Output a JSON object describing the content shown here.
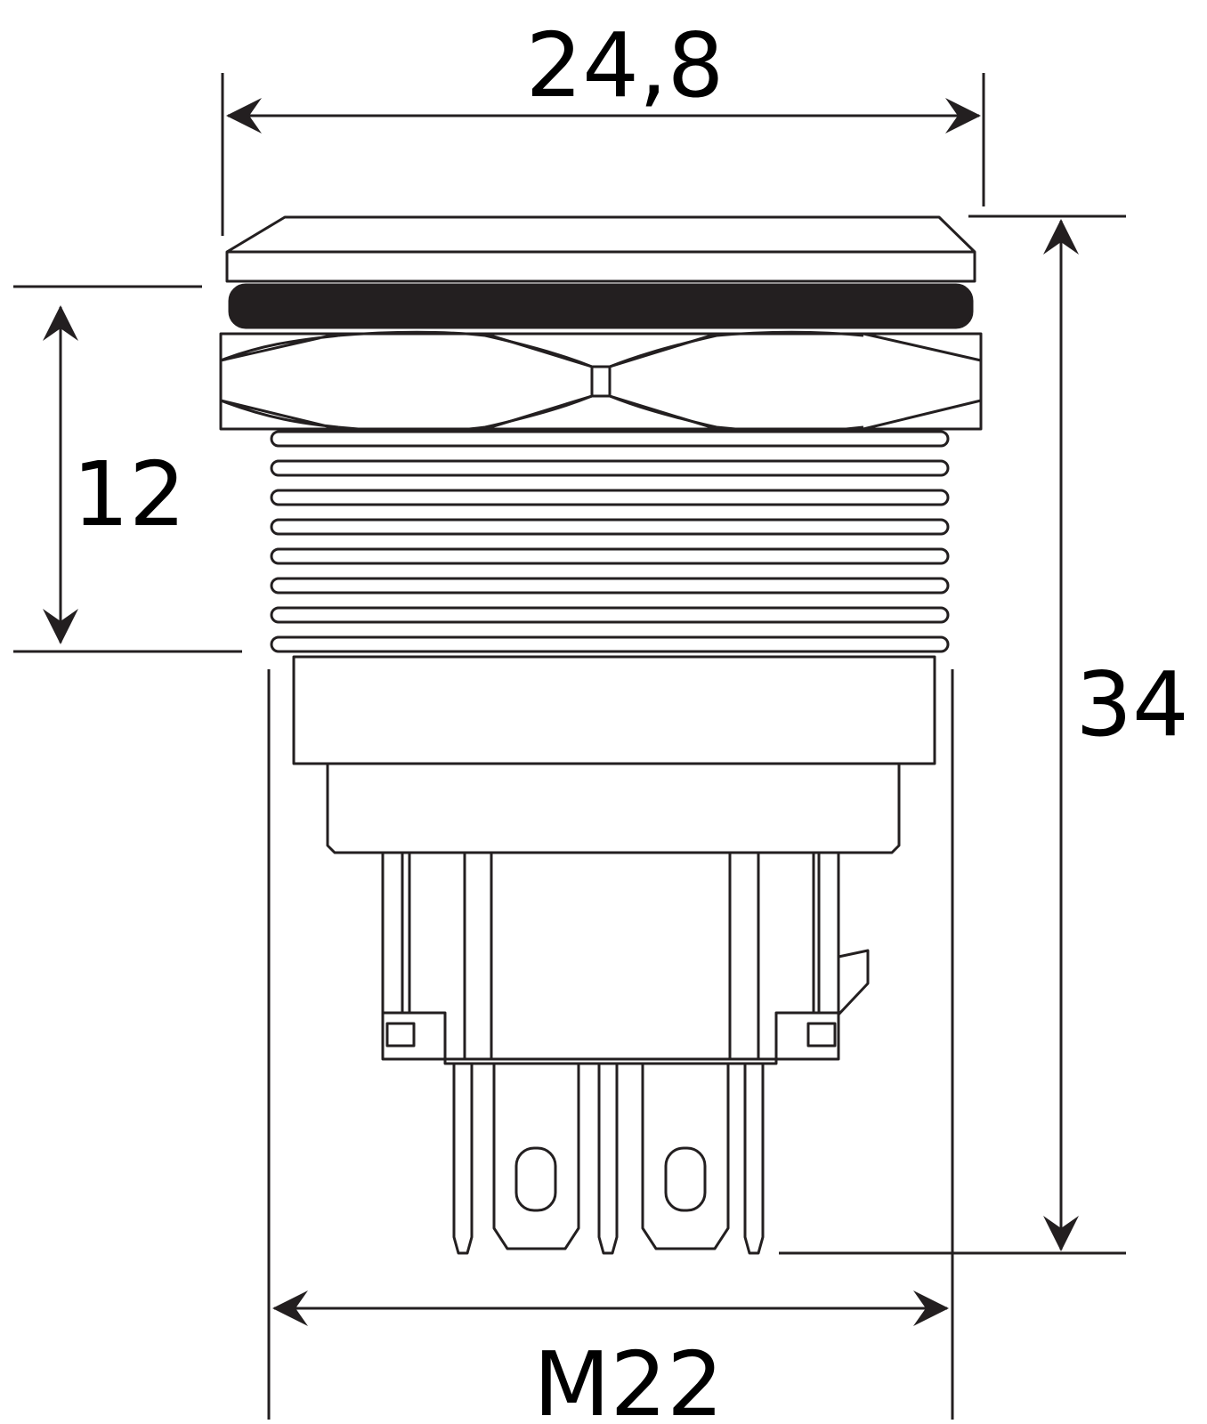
{
  "drawing": {
    "stroke_color": "#231f20",
    "fill_color": "#ffffff",
    "band_color": "#231f20"
  },
  "dimensions": {
    "width_label": "24,8",
    "mount_height_label": "12",
    "total_height_label": "34",
    "thread_label": "M22"
  }
}
